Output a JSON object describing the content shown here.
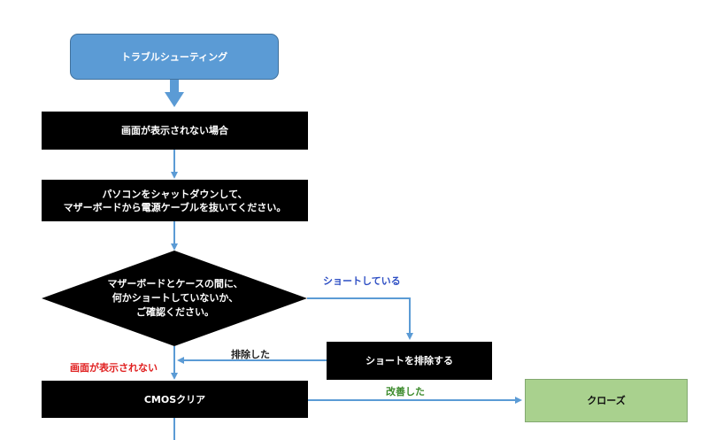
{
  "flowchart": {
    "start": {
      "label": "トラブルシューティング"
    },
    "step1": {
      "label": "画面が表示されない場合"
    },
    "step2": {
      "line1": "パソコンをシャットダウンして、",
      "line2": "マザーボードから電源ケーブルを抜いてください。"
    },
    "decision": {
      "line1": "マザーボードとケースの間に、",
      "line2": "何かショートしていないか、",
      "line3": "ご確認ください。"
    },
    "fix_short": {
      "label": "ショートを排除する"
    },
    "cmos": {
      "label": "CMOSクリア"
    },
    "close": {
      "label": "クローズ"
    }
  },
  "edge_labels": {
    "shorted": "ショートしている",
    "removed": "排除した",
    "not_shown": "画面が表示されない",
    "improved": "改善した"
  },
  "colors": {
    "start_fill": "#5b9bd5",
    "process_fill": "#000000",
    "close_fill": "#a9d18e",
    "arrow": "#5b9bd5",
    "label_blue": "#2e4fc4",
    "label_red": "#e02020",
    "label_green": "#3b8a2b"
  }
}
